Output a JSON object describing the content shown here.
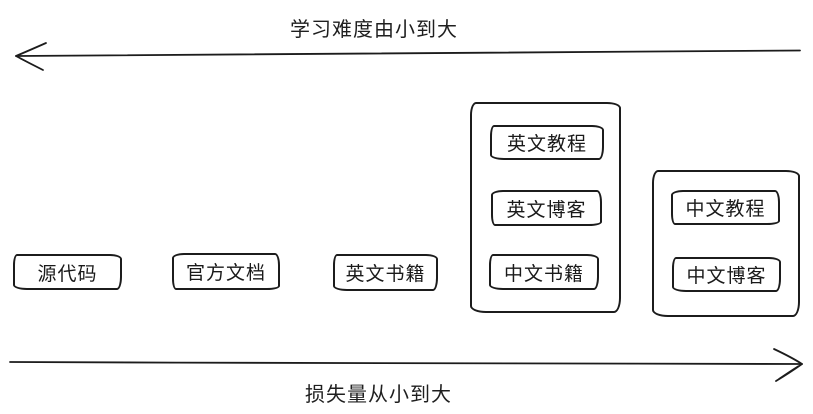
{
  "diagram": {
    "top_axis": {
      "label": "学习难度由小到大",
      "direction": "left"
    },
    "bottom_axis": {
      "label": "损失量从小到大",
      "direction": "right"
    },
    "nodes": [
      "源代码",
      "官方文档",
      "英文书籍"
    ],
    "groups": [
      {
        "items": [
          "英文教程",
          "英文博客",
          "中文书籍"
        ]
      },
      {
        "items": [
          "中文教程",
          "中文博客"
        ]
      }
    ],
    "colors": {
      "stroke": "#1c1c1c",
      "background": "#ffffff"
    }
  }
}
